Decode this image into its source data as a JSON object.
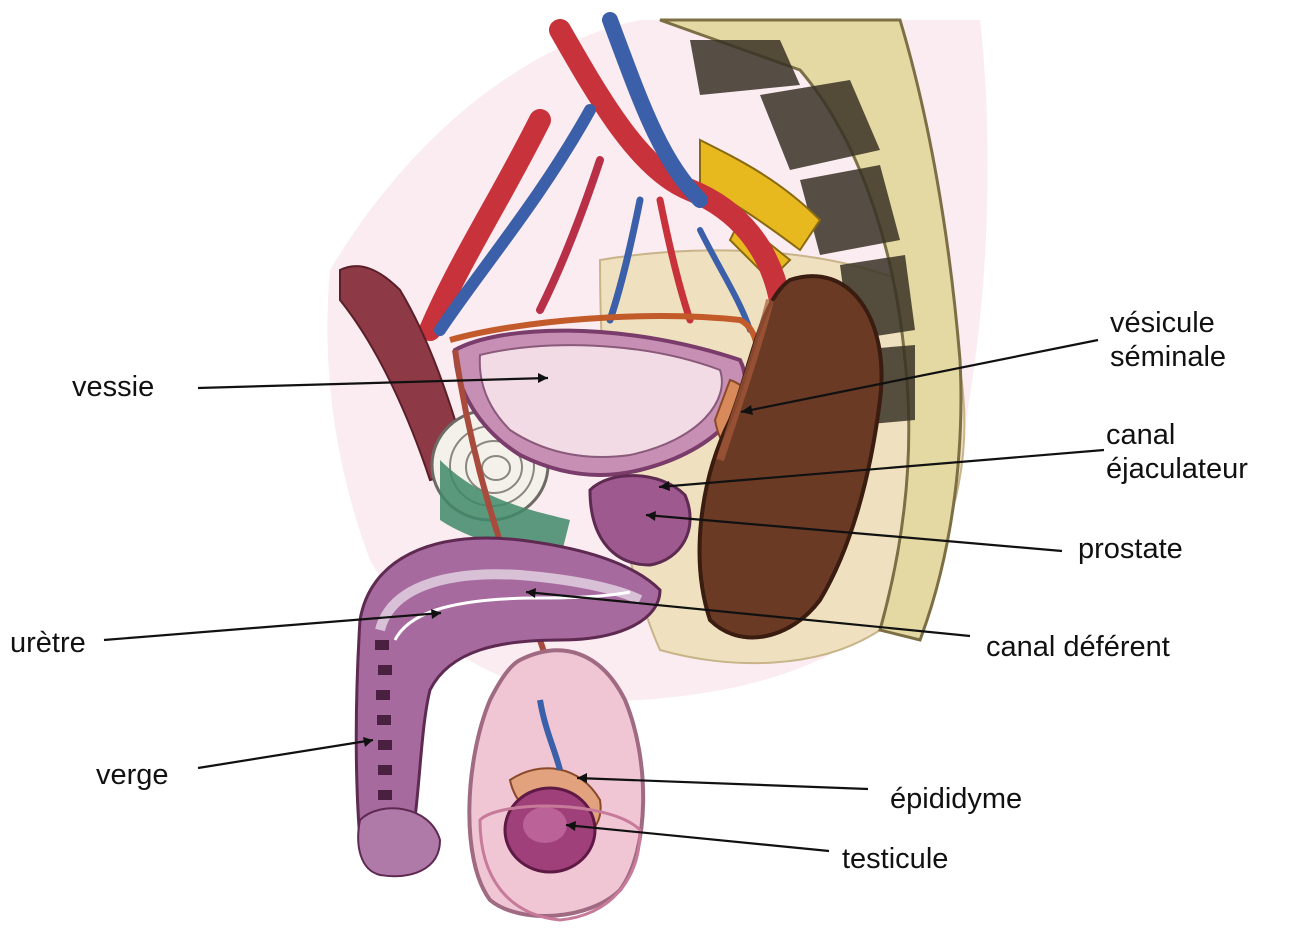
{
  "labels": {
    "vessie": "vessie",
    "vesicule_line1": "vésicule",
    "vesicule_line2": "séminale",
    "canal_ejac_line1": "canal",
    "canal_ejac_line2": "éjaculateur",
    "prostate": "prostate",
    "uretre": "urètre",
    "canal_deferent": "canal déférent",
    "verge": "verge",
    "epididyme": "épididyme",
    "testicule": "testicule"
  },
  "colors": {
    "background": "#ffffff",
    "label_text": "#111111",
    "leader_line": "#111111",
    "skin_pink": "#e7b8c8",
    "mauve_tissue": "#a66a9e",
    "artery_red": "#c8323a",
    "vein_blue": "#3b5fa8",
    "bone_yellow": "#d9c77a",
    "bone_dark": "#3a3326",
    "rectum_brown": "#6b3a24",
    "fat_cream": "#efe1bf",
    "ligament_green": "#3f8a6a",
    "nerve_yellow": "#e8b91f"
  }
}
